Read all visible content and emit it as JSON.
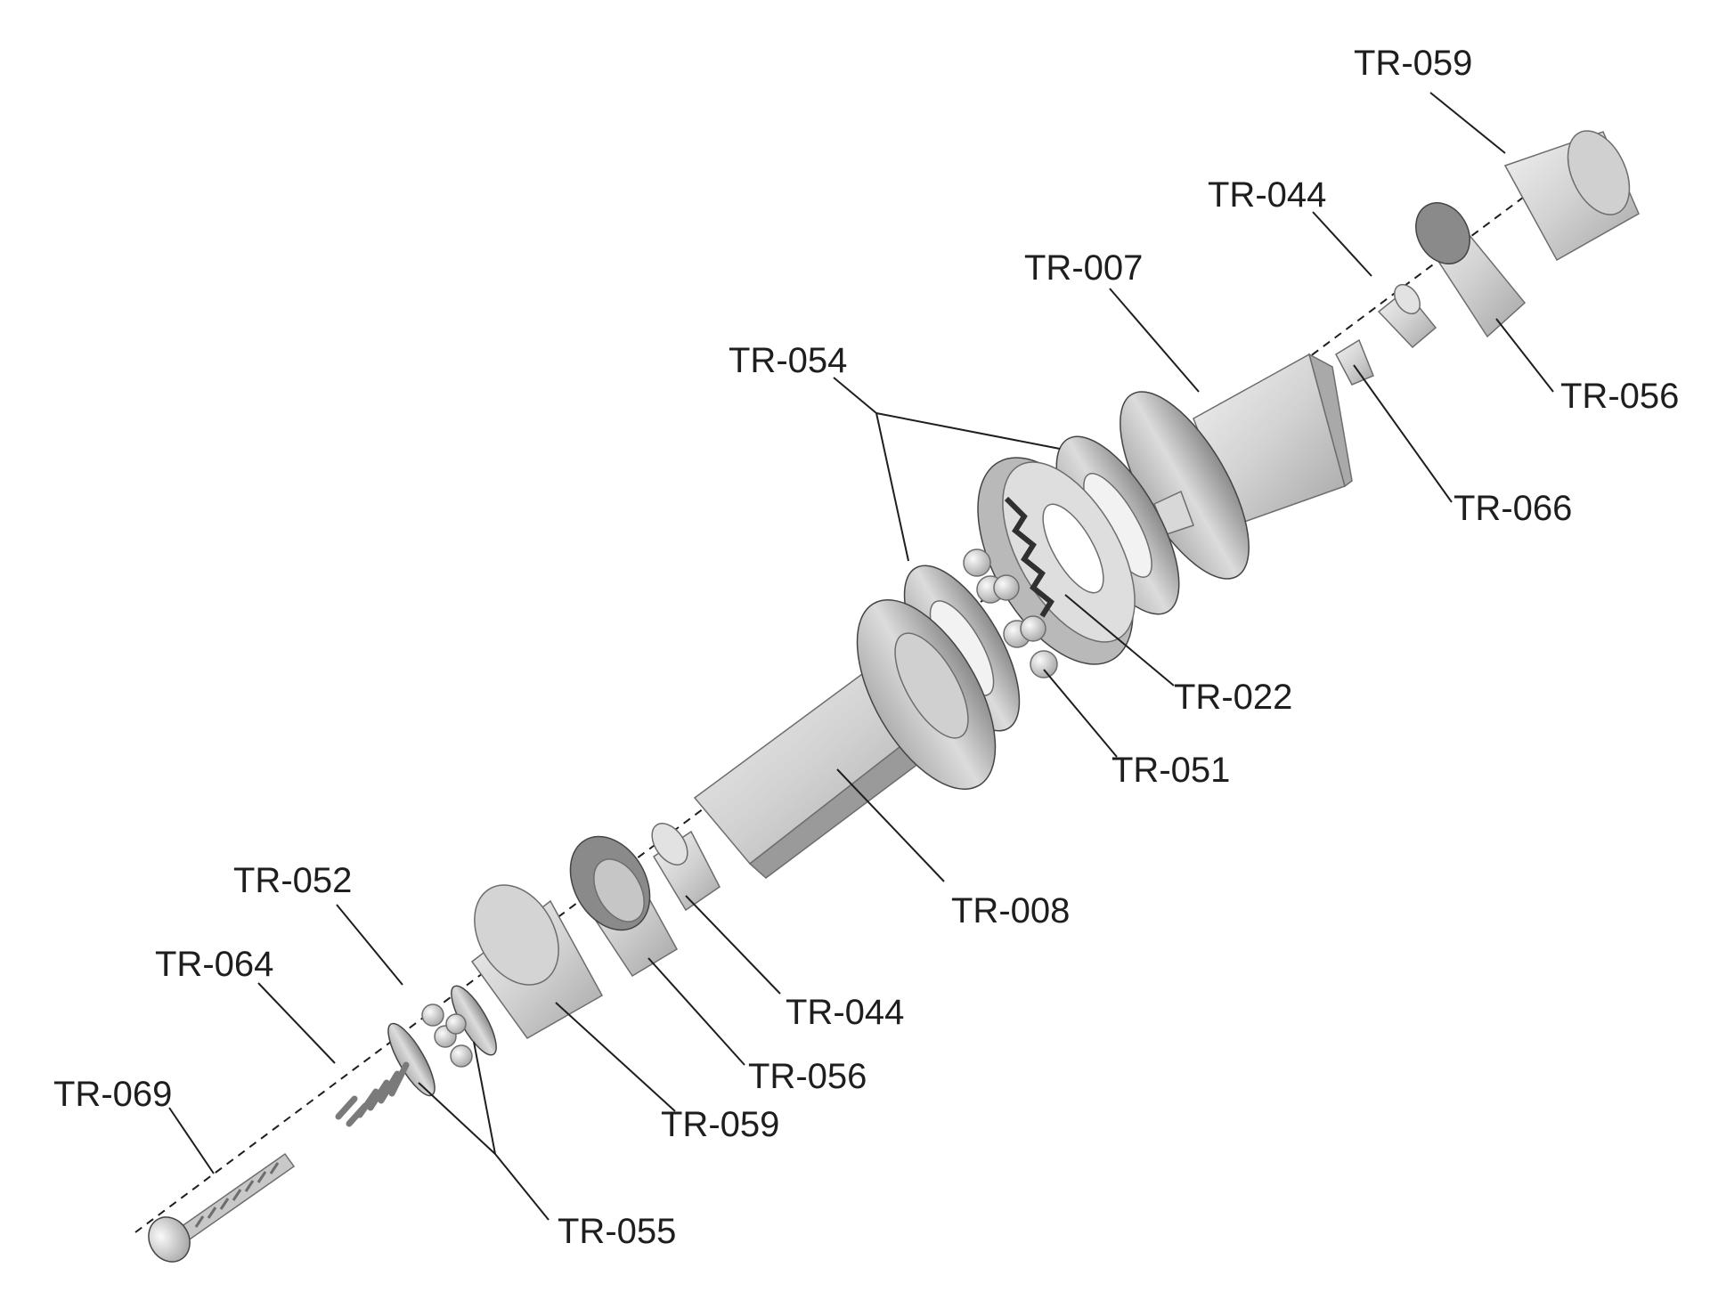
{
  "title": "",
  "callouts": {
    "tr059_top": "TR-059",
    "tr044_top": "TR-044",
    "tr007": "TR-007",
    "tr054": "TR-054",
    "tr056_right": "TR-056",
    "tr066": "TR-066",
    "tr022": "TR-022",
    "tr051": "TR-051",
    "tr008": "TR-008",
    "tr052": "TR-052",
    "tr064": "TR-064",
    "tr069": "TR-069",
    "tr044_mid": "TR-044",
    "tr056_mid": "TR-056",
    "tr059_bottom": "TR-059",
    "tr055": "TR-055"
  },
  "colors": {
    "part_light": "#e6e6e6",
    "part_mid": "#c4c4c4",
    "part_dark": "#8e8e8e",
    "line": "#1e1e1e"
  }
}
